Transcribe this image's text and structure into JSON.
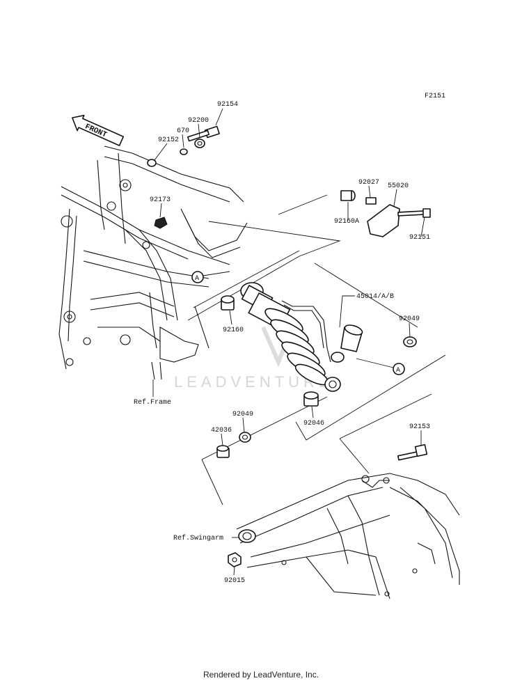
{
  "figure_code": "F2151",
  "front_label": "FRONT",
  "watermark": "LEADVENTURE",
  "footer": "Rendered by LeadVenture, Inc.",
  "callout_marker": "A",
  "parts": [
    {
      "id": "p92154",
      "number": "92154",
      "name": "bolt"
    },
    {
      "id": "p92200",
      "number": "92200",
      "name": "washer"
    },
    {
      "id": "p670",
      "number": "670",
      "name": "o-ring"
    },
    {
      "id": "p92152",
      "number": "92152",
      "name": "collar"
    },
    {
      "id": "p92173",
      "number": "92173",
      "name": "clamp"
    },
    {
      "id": "p92027",
      "number": "92027",
      "name": "collar"
    },
    {
      "id": "p55020",
      "number": "55020",
      "name": "guard"
    },
    {
      "id": "p92160A",
      "number": "92160A",
      "name": "bushing"
    },
    {
      "id": "p92151",
      "number": "92151",
      "name": "bolt"
    },
    {
      "id": "p45014",
      "number": "45014/A/B",
      "name": "shock absorber"
    },
    {
      "id": "p92160",
      "number": "92160",
      "name": "bushing"
    },
    {
      "id": "p92049a",
      "number": "92049",
      "name": "seal"
    },
    {
      "id": "p92046",
      "number": "92046",
      "name": "bearing"
    },
    {
      "id": "p92049b",
      "number": "92049",
      "name": "seal"
    },
    {
      "id": "p42036",
      "number": "42036",
      "name": "sleeve"
    },
    {
      "id": "p92153",
      "number": "92153",
      "name": "bolt"
    },
    {
      "id": "p92015",
      "number": "92015",
      "name": "nut"
    }
  ],
  "references": {
    "frame": "Ref.Frame",
    "swingarm": "Ref.Swingarm"
  }
}
